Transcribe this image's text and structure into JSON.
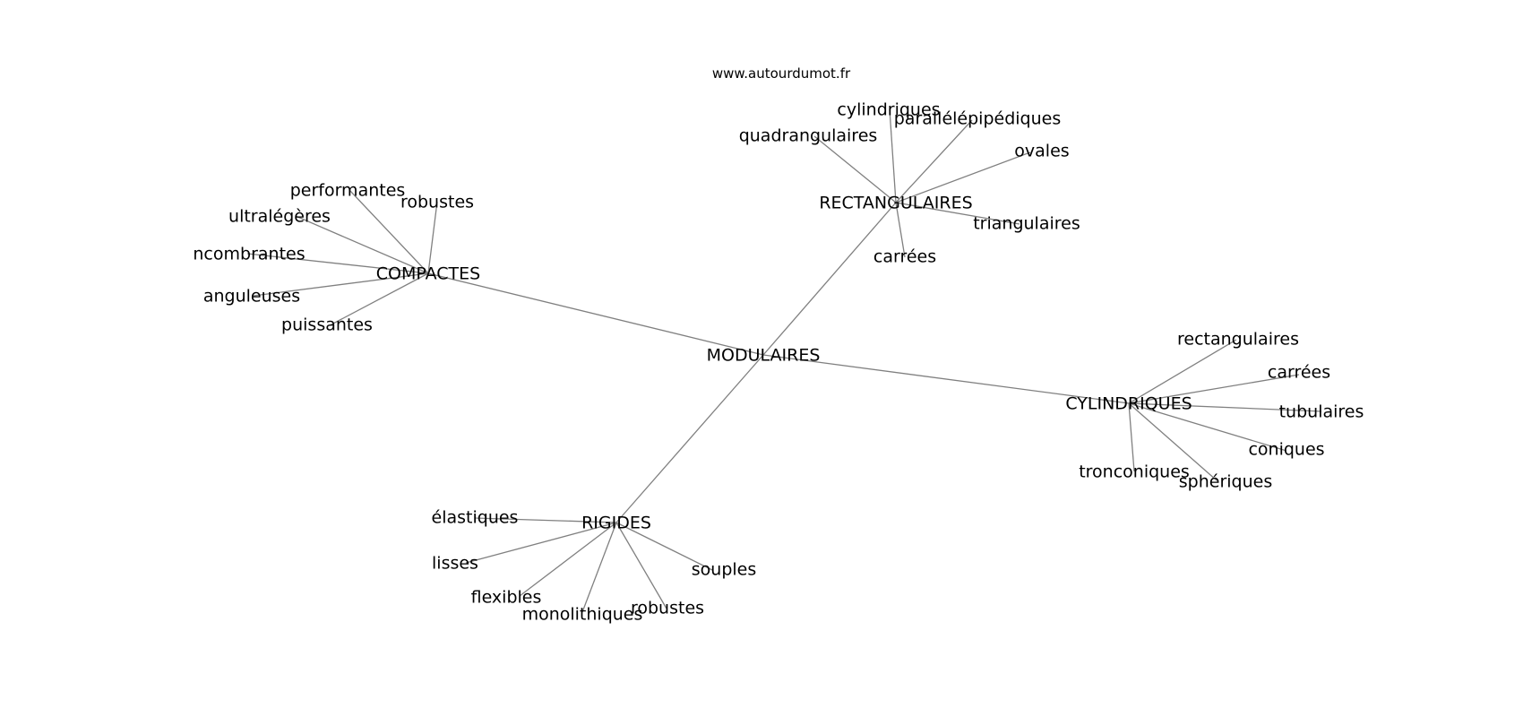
{
  "watermark": "www.autourdumot.fr",
  "center": {
    "id": "modulaires",
    "label": "MODULAIRES"
  },
  "groups": [
    {
      "id": "compactes",
      "label": "COMPACTES",
      "leaves": [
        {
          "id": "performantes",
          "label": "performantes"
        },
        {
          "id": "robustes-1",
          "label": "robustes"
        },
        {
          "id": "ultralegeres",
          "label": "ultralégères"
        },
        {
          "id": "ncombrantes",
          "label": "ncombrantes"
        },
        {
          "id": "anguleuses",
          "label": "anguleuses"
        },
        {
          "id": "puissantes",
          "label": "puissantes"
        }
      ]
    },
    {
      "id": "rectangulaires",
      "label": "RECTANGULAIRES",
      "leaves": [
        {
          "id": "cylindriques",
          "label": "cylindriques"
        },
        {
          "id": "parallelepipediques",
          "label": "parallélépipédiques"
        },
        {
          "id": "quadrangulaires",
          "label": "quadrangulaires"
        },
        {
          "id": "ovales",
          "label": "ovales"
        },
        {
          "id": "triangulaires",
          "label": "triangulaires"
        },
        {
          "id": "carrees-1",
          "label": "carrées"
        }
      ]
    },
    {
      "id": "cylindriques-group",
      "label": "CYLINDRIQUES",
      "leaves": [
        {
          "id": "rectangulaires-leaf",
          "label": "rectangulaires"
        },
        {
          "id": "carrees-2",
          "label": "carrées"
        },
        {
          "id": "tubulaires",
          "label": "tubulaires"
        },
        {
          "id": "coniques",
          "label": "coniques"
        },
        {
          "id": "tronconiques",
          "label": "tronconiques"
        },
        {
          "id": "spheriques",
          "label": "sphériques"
        }
      ]
    },
    {
      "id": "rigides",
      "label": "RIGIDES",
      "leaves": [
        {
          "id": "elastiques",
          "label": "élastiques"
        },
        {
          "id": "lisses",
          "label": "lisses"
        },
        {
          "id": "flexibles",
          "label": "flexibles"
        },
        {
          "id": "monolithiques",
          "label": "monolithiques"
        },
        {
          "id": "robustes-2",
          "label": "robustes"
        },
        {
          "id": "souples",
          "label": "souples"
        }
      ]
    }
  ]
}
